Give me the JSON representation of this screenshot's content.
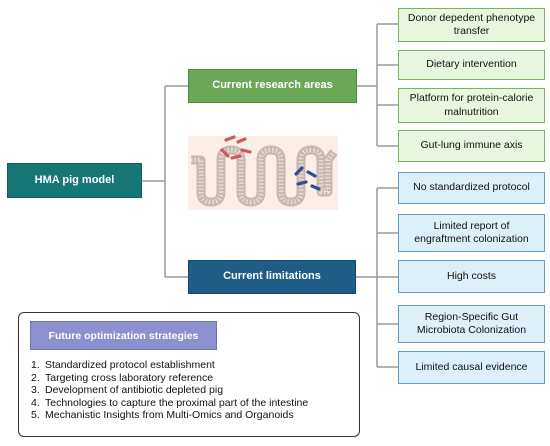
{
  "root": {
    "label": "HMA pig model"
  },
  "research": {
    "label": "Current research areas",
    "items": [
      "Donor depedent phenotype transfer",
      "Dietary intervention",
      "Platform for protein-calorie malnutrition",
      "Gut-lung immune axis"
    ]
  },
  "limitations": {
    "label": "Current limitations",
    "items": [
      "No standardized protocol",
      "Limited report of engraftment colonization",
      "High costs",
      "Region-Specific Gut Microbiota Colonization",
      "Limited causal evidence"
    ]
  },
  "future": {
    "title": "Future optimization strategies",
    "items": [
      "Standardized protocol establishment",
      "Targeting cross laboratory reference",
      "Development of antibiotic depleted pig",
      "Technologies to capture the proximal part of the intestine",
      "Mechanistic Insights from Multi-Omics and Organoids"
    ]
  },
  "colors": {
    "root": "#177777",
    "research": "#6aa857",
    "limitations": "#1f5d87",
    "research_leaf_fill": "#e8f5df",
    "limitations_leaf_fill": "#ddeff8",
    "future_title": "#8b90cf",
    "connector": "#9a9a9a"
  },
  "illustration": {
    "icon": "intestinal-villi-with-bacteria-icon"
  }
}
